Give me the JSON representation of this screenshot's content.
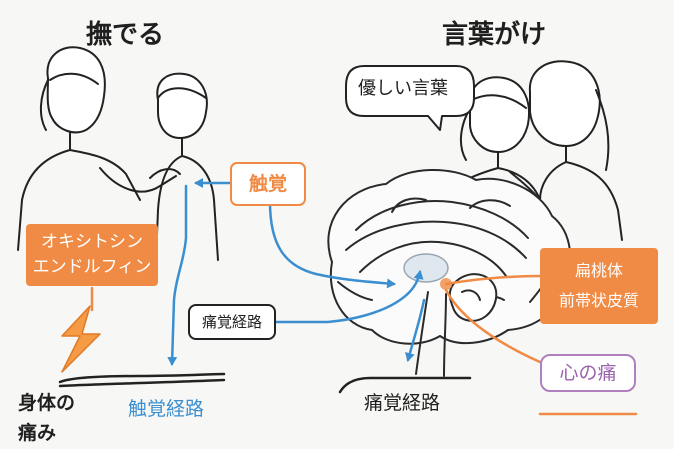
{
  "left_panel": {
    "title": "撫でる",
    "oxytocin_line1": "オキシトシン",
    "oxytocin_line2": "エンドルフィン",
    "body_pain_line1": "身体の",
    "body_pain_line2": "痛み",
    "touch_pathway": "触覚経路"
  },
  "center": {
    "touch_label": "触覚",
    "pain_pathway": "痛覚経路"
  },
  "right_panel": {
    "title": "言葉がけ",
    "speech_bubble": "優しい言葉",
    "region_box_line1": "扁桃体",
    "region_box_line2": "前帯状皮質",
    "heart_pain": "心の痛",
    "pain_pathway": "痛覚経路"
  },
  "colors": {
    "orange": "#ef8b45",
    "blue": "#3b8fd0",
    "purple": "#b07fbe",
    "ink": "#1f1f1f"
  }
}
